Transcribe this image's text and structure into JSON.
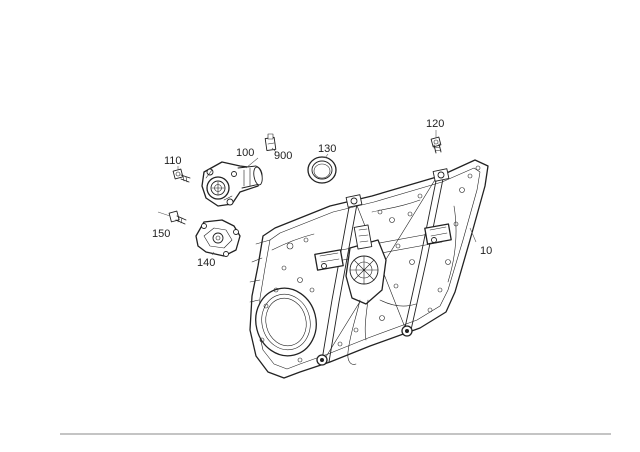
{
  "labels": {
    "p10": "10",
    "p100": "100",
    "p110": "110",
    "p120": "120",
    "p130": "130",
    "p140": "140",
    "p150": "150",
    "p900": "900"
  },
  "colors": {
    "line": "#222222",
    "leader": "#555555",
    "background": "#ffffff",
    "footer_rule": "#888888"
  }
}
